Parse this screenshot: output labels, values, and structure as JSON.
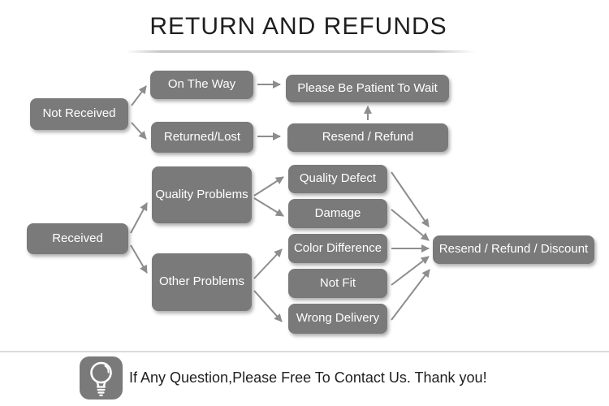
{
  "title": "RETURN AND REFUNDS",
  "colors": {
    "background": "#ffffff",
    "box": "#7a7a7a",
    "box_text": "#ffffff",
    "arrow": "#8d8d8d",
    "title_text": "#1f1f1f",
    "footer_text": "#1f1f1f",
    "divider": "#dadada",
    "underline": "#c6c6c6"
  },
  "flowchart": {
    "nodes": {
      "not_received": "Not Received",
      "on_the_way": "On The Way",
      "returned_lost": "Returned/Lost",
      "please_wait": "Please Be Patient To Wait",
      "resend_refund": "Resend / Refund",
      "received": "Received",
      "quality_problems": "Quality Problems",
      "other_problems": "Other Problems",
      "quality_defect": "Quality Defect",
      "damage": "Damage",
      "color_difference": "Color Difference",
      "not_fit": "Not Fit",
      "wrong_delivery": "Wrong Delivery",
      "resend_refund_discount": "Resend / Refund / Discount"
    },
    "edges": [
      [
        "not_received",
        "on_the_way"
      ],
      [
        "not_received",
        "returned_lost"
      ],
      [
        "on_the_way",
        "please_wait"
      ],
      [
        "returned_lost",
        "resend_refund"
      ],
      [
        "resend_refund",
        "please_wait"
      ],
      [
        "received",
        "quality_problems"
      ],
      [
        "received",
        "other_problems"
      ],
      [
        "quality_problems",
        "quality_defect"
      ],
      [
        "quality_problems",
        "damage"
      ],
      [
        "other_problems",
        "color_difference"
      ],
      [
        "other_problems",
        "wrong_delivery"
      ],
      [
        "quality_defect",
        "resend_refund_discount"
      ],
      [
        "damage",
        "resend_refund_discount"
      ],
      [
        "color_difference",
        "resend_refund_discount"
      ],
      [
        "not_fit",
        "resend_refund_discount"
      ],
      [
        "wrong_delivery",
        "resend_refund_discount"
      ]
    ]
  },
  "footer": {
    "icon": "light-bulb-icon",
    "message": "If Any Question,Please Free To Contact Us. Thank you!"
  }
}
